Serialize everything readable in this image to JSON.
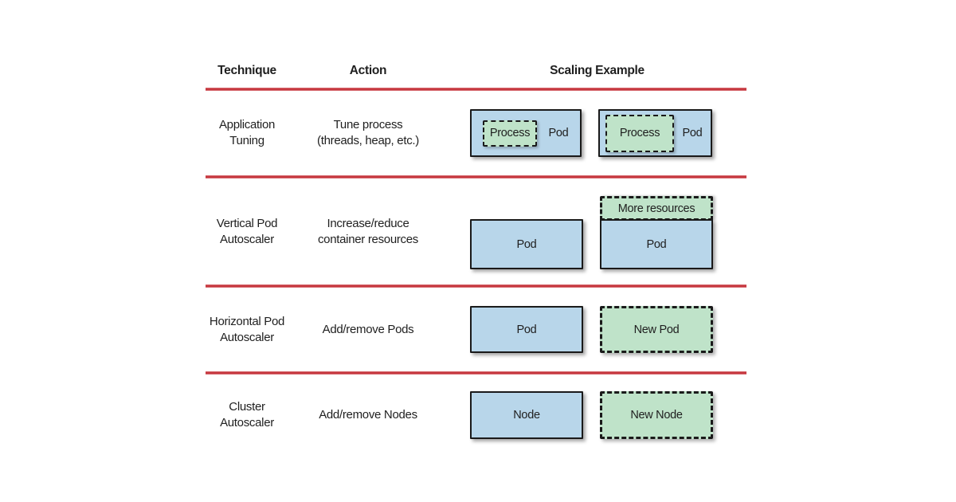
{
  "diagram": {
    "headers": {
      "technique": "Technique",
      "action": "Action",
      "scaling_example": "Scaling Example"
    },
    "colors": {
      "divider_red": "#c63940",
      "pod_blue": "#b8d6ea",
      "scale_green": "#bfe3c9",
      "border_dark": "#1a1a1a"
    },
    "rows": [
      {
        "technique": "Application\nTuning",
        "action": "Tune process\n(threads, heap, etc.)",
        "example": {
          "before": {
            "container": "Pod",
            "inner": "Process"
          },
          "after": {
            "container": "Pod",
            "inner": "Process"
          }
        }
      },
      {
        "technique": "Vertical Pod\nAutoscaler",
        "action": "Increase/reduce\ncontainer resources",
        "example": {
          "before": {
            "container": "Pod"
          },
          "after": {
            "container": "Pod",
            "added": "More resources"
          }
        }
      },
      {
        "technique": "Horizontal Pod\nAutoscaler",
        "action": "Add/remove Pods",
        "example": {
          "before": {
            "container": "Pod"
          },
          "after": {
            "added": "New Pod"
          }
        }
      },
      {
        "technique": "Cluster\nAutoscaler",
        "action": "Add/remove Nodes",
        "example": {
          "before": {
            "container": "Node"
          },
          "after": {
            "added": "New Node"
          }
        }
      }
    ]
  }
}
